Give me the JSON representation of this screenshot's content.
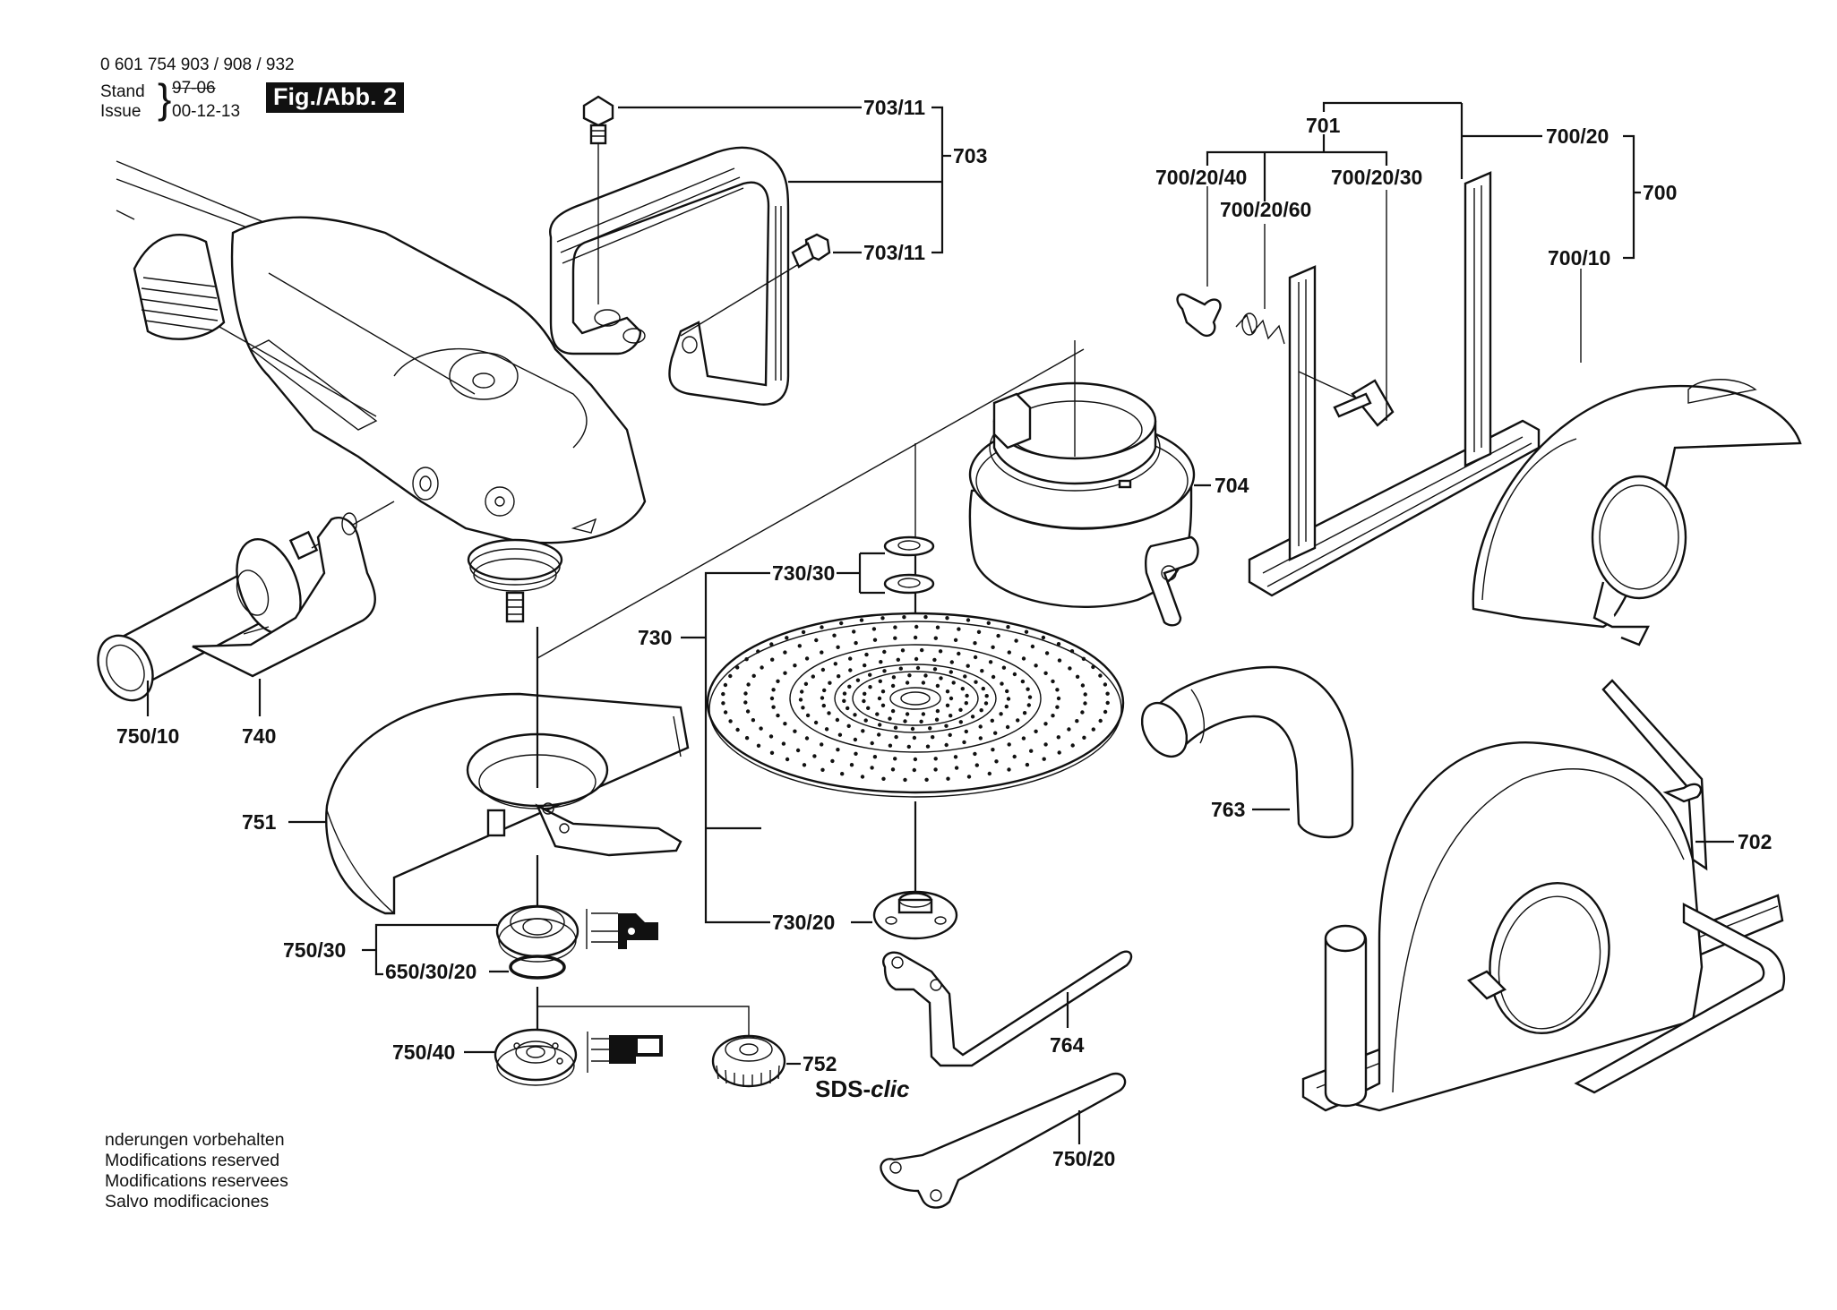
{
  "header": {
    "part_numbers": "0 601 754 903 / 908 / 932",
    "stand_label": "Stand",
    "issue_label": "Issue",
    "old_date_struck": "97-06",
    "issue_date": "00-12-13",
    "figure_label": "Fig./Abb. 2"
  },
  "footer_notes": [
    "nderungen vorbehalten",
    "Modifications reserved",
    "Modifications reservees",
    "Salvo modificaciones"
  ],
  "parts": {
    "p703_11_a": "703/11",
    "p703": "703",
    "p703_11_b": "703/11",
    "p701": "701",
    "p700_20": "700/20",
    "p700_20_40": "700/20/40",
    "p700_20_30": "700/20/30",
    "p700_20_60": "700/20/60",
    "p700": "700",
    "p700_10": "700/10",
    "p704": "704",
    "p730_30": "730/30",
    "p730": "730",
    "p730_20": "730/20",
    "p750_10": "750/10",
    "p740": "740",
    "p751": "751",
    "p763": "763",
    "p702": "702",
    "p750_30": "750/30",
    "p650_30_20": "650/30/20",
    "p750_40": "750/40",
    "p752": "752",
    "p764": "764",
    "p750_20": "750/20"
  },
  "brand_mark": {
    "prefix": "SDS-",
    "suffix": "clic"
  },
  "drawn_components": [
    "angle-grinder-body",
    "bow-handle",
    "auxiliary-side-handle",
    "handle-mounting-bracket",
    "wheel-guard",
    "backing-flange",
    "o-ring",
    "clamping-nut",
    "quick-clamping-nut-sds-clic",
    "perforated-backing-pad",
    "washers",
    "pad-clamping-nut",
    "extraction-hood",
    "cutting-guide-slide",
    "cutting-guard-cover",
    "extraction-hose-elbow",
    "cutting-guard-with-base",
    "two-pin-spanner-bent",
    "two-pin-spanner"
  ]
}
